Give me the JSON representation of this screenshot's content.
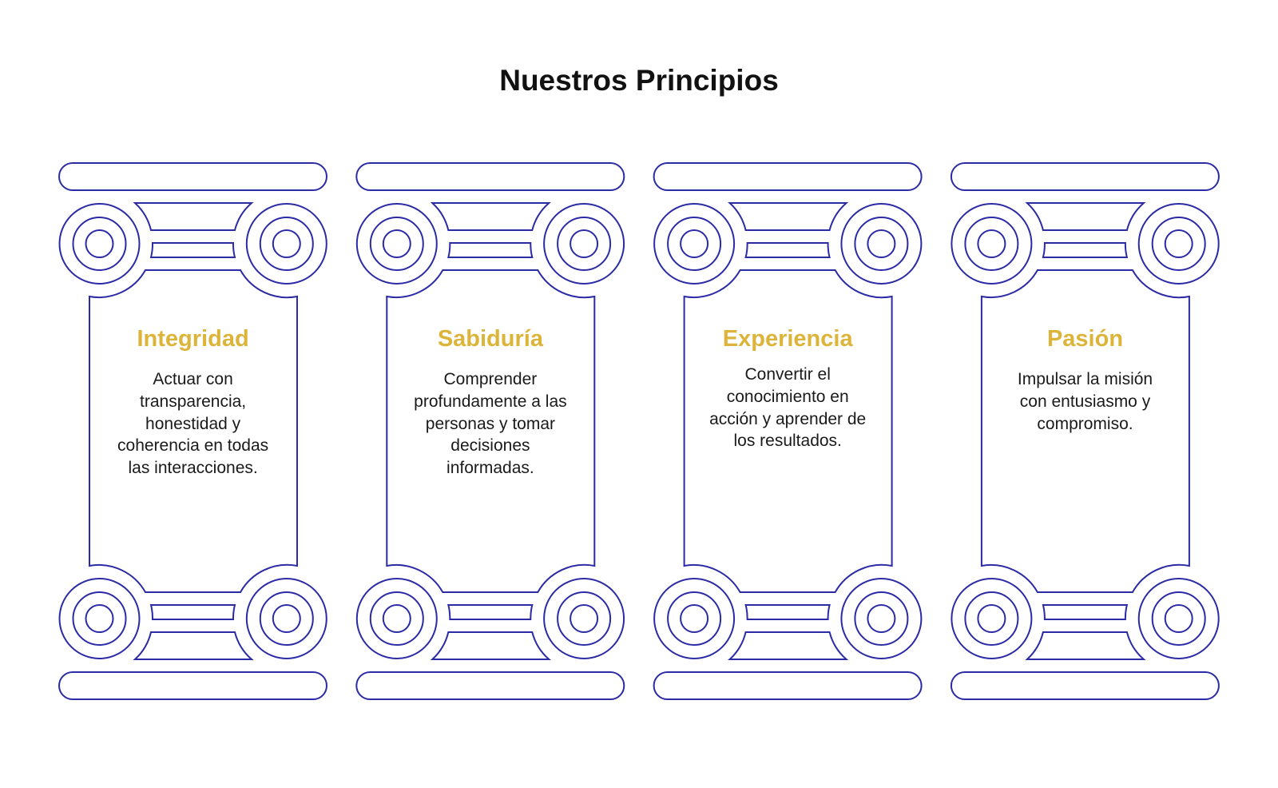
{
  "title": "Nuestros Principios",
  "colors": {
    "outline": "#2b2ba6",
    "accent": "#DDB43A",
    "text": "#1a1a1a"
  },
  "principles": [
    {
      "name": "Integridad",
      "lines": [
        "Actuar con",
        "transparencia,",
        "honestidad y",
        "coherencia en todas",
        "las interacciones."
      ]
    },
    {
      "name": "Sabiduría",
      "lines": [
        "Comprender",
        "profundamente a las",
        "personas y tomar",
        "decisiones",
        "informadas."
      ]
    },
    {
      "name": "Experiencia",
      "lines": [
        "Convertir el",
        "conocimiento en",
        "acción y aprender de",
        "los resultados."
      ]
    },
    {
      "name": "Pasión",
      "lines": [
        "Impulsar la misión",
        "con entusiasmo y",
        "compromiso."
      ]
    }
  ]
}
